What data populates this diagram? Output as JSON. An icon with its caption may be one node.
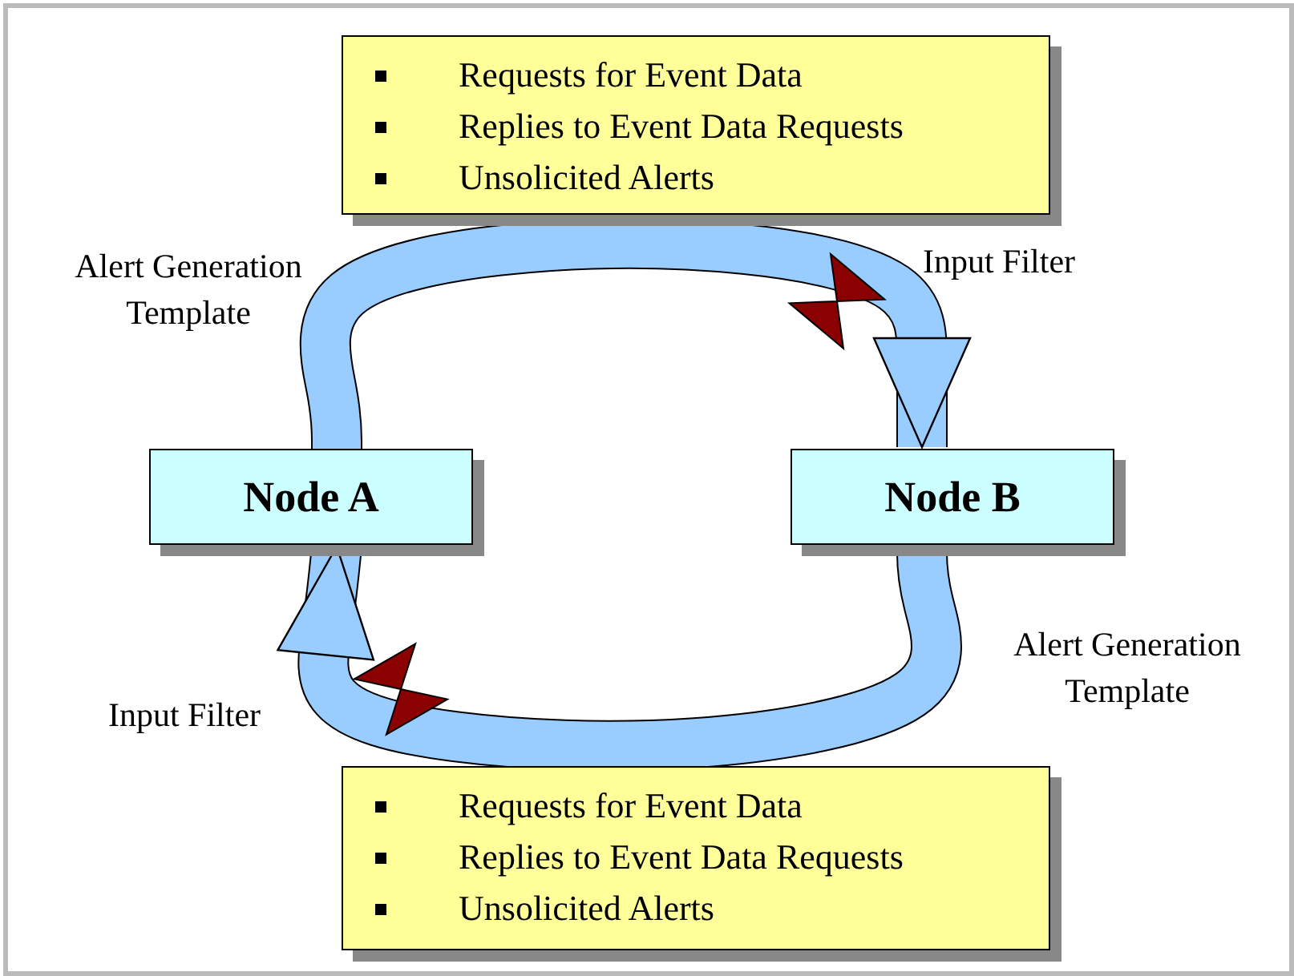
{
  "diagram": {
    "nodes": [
      {
        "text": [
          "Requests for Event Data",
          "Replies to Event Data Requests",
          "Unsolicited Alerts"
        ]
      },
      {
        "text": [
          "Node A"
        ]
      },
      {
        "text": [
          "Node B"
        ]
      },
      {
        "text": [
          "Requests for Event Data",
          "Replies to Event Data Requests",
          "Unsolicited Alerts"
        ]
      }
    ],
    "edges": [
      {
        "from": 1,
        "to": 2,
        "arrow": "to"
      },
      {
        "from": 2,
        "to": 1,
        "arrow": "to"
      }
    ],
    "labels": [
      "Alert Generation Template",
      "Input Filter",
      "Alert Generation Template",
      "Input Filter"
    ]
  }
}
